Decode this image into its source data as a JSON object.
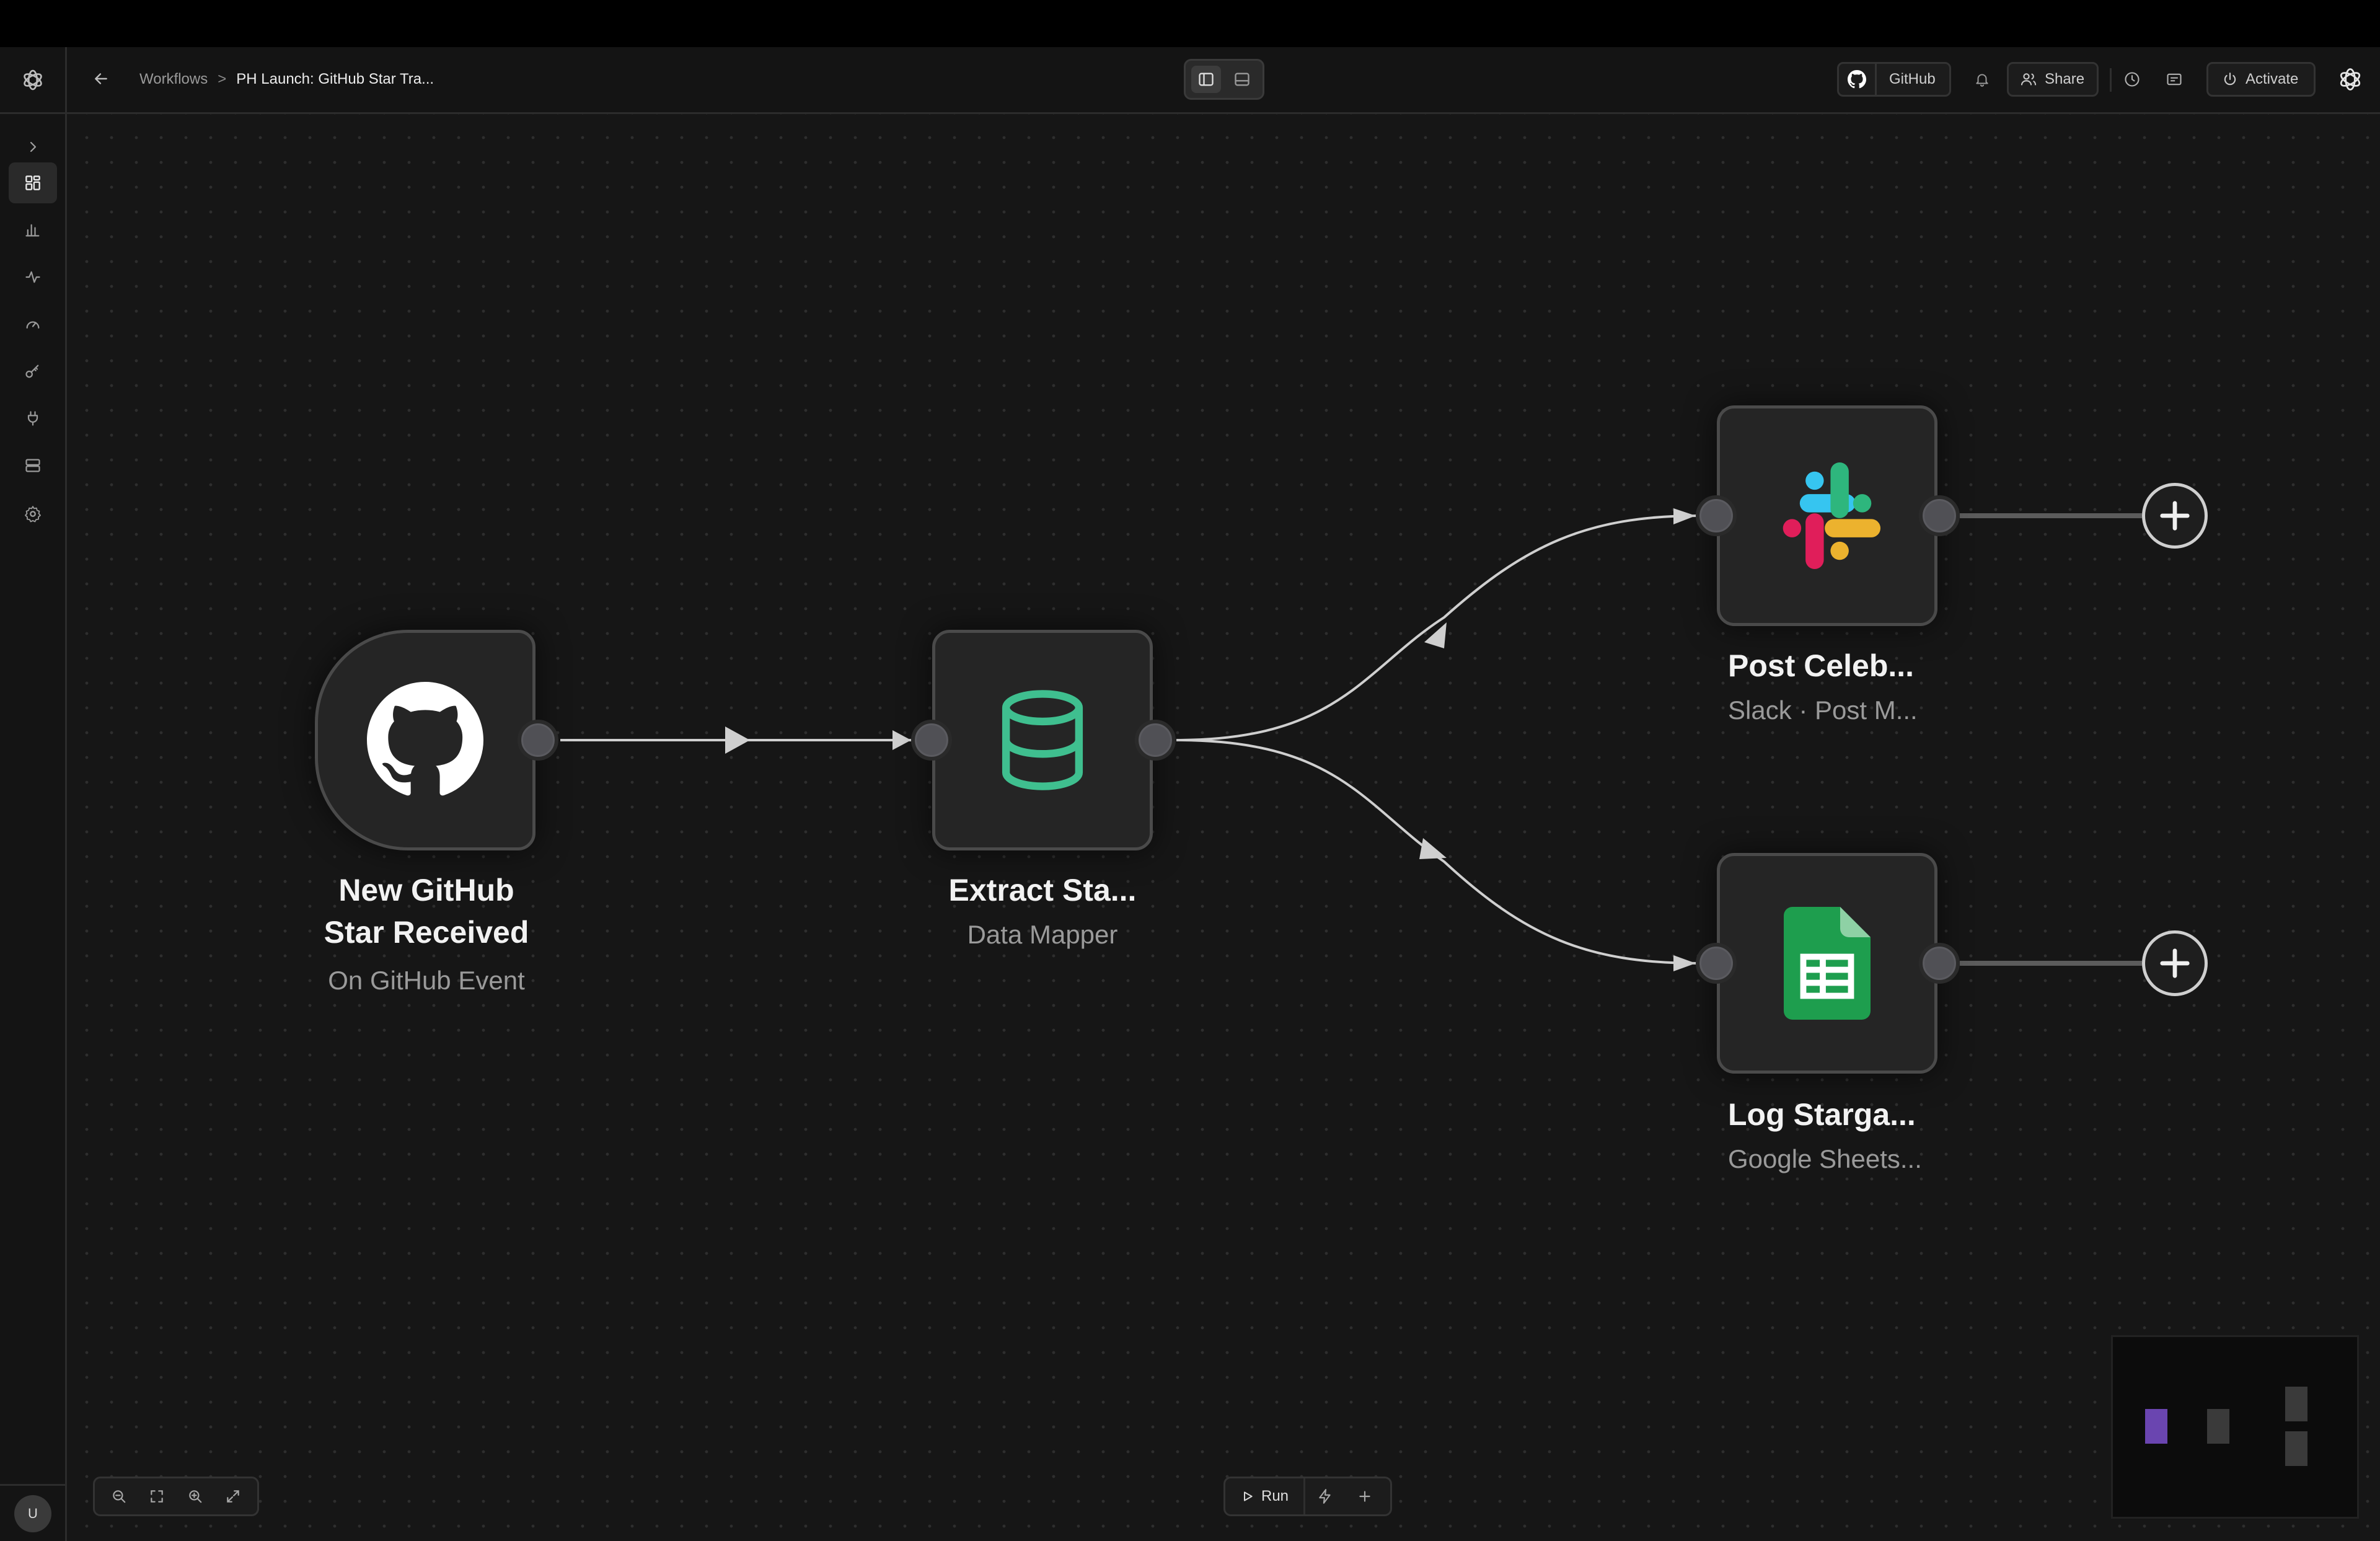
{
  "header": {
    "back_label": "Back",
    "breadcrumb": {
      "parent": "Workflows",
      "separator": ">",
      "current": "PH Launch: GitHub Star Tra..."
    },
    "github_label": "GitHub",
    "share_label": "Share",
    "activate_label": "Activate"
  },
  "sidebar": {
    "items": [
      "collapse-chevron",
      "workflows",
      "analytics",
      "activity",
      "dashboard",
      "keys",
      "integrations",
      "storage",
      "settings"
    ],
    "avatar_initial": "U"
  },
  "nodes": [
    {
      "id": "trigger",
      "title_line1": "New GitHub",
      "title_line2": "Star Received",
      "subtitle": "On GitHub Event",
      "icon": "github-icon"
    },
    {
      "id": "mapper",
      "title": "Extract Sta...",
      "subtitle": "Data Mapper",
      "icon": "database-icon"
    },
    {
      "id": "slack",
      "title": "Post Celeb...",
      "subtitle": "Slack · Post M...",
      "icon": "slack-icon"
    },
    {
      "id": "sheets",
      "title": "Log Starga...",
      "subtitle": "Google Sheets...",
      "icon": "google-sheets-icon"
    }
  ],
  "toolbar": {
    "run_label": "Run"
  },
  "colors": {
    "background": "#161616",
    "node_fill": "#252525",
    "accent_database": "#3fbf8f",
    "minimap_trigger": "#6a45b0",
    "sheets_green": "#1e9e4e"
  }
}
